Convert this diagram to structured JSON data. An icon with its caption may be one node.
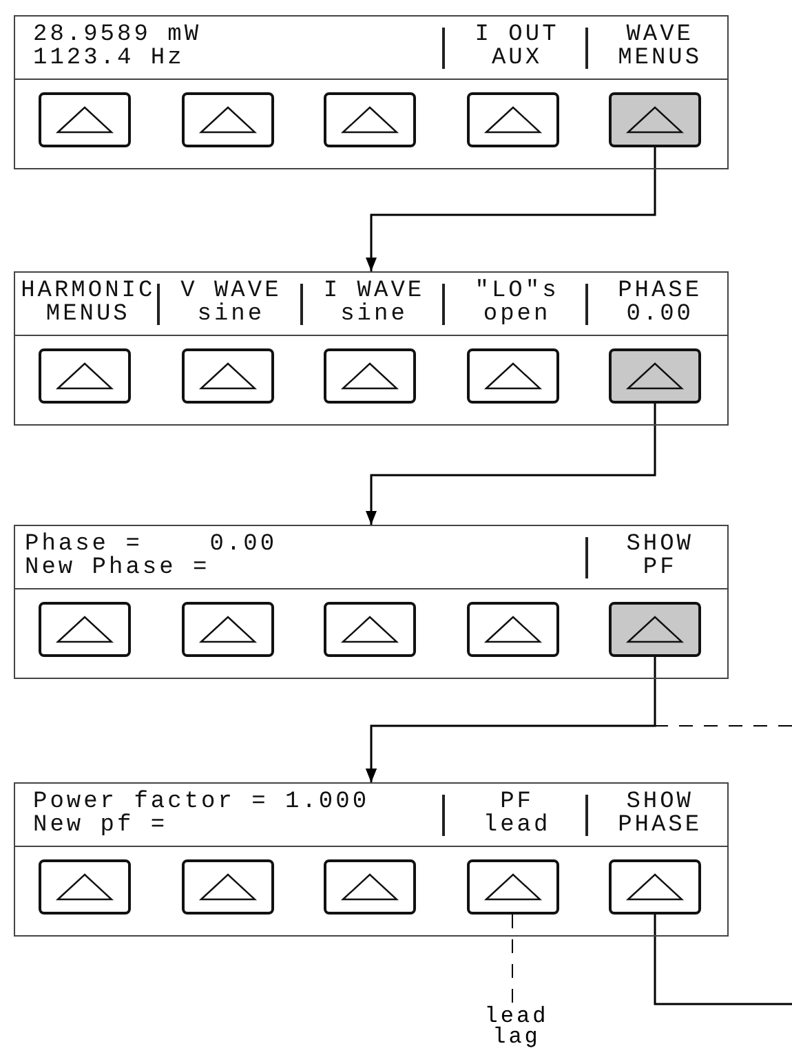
{
  "diagram": {
    "nodes": [
      {
        "text": [
          "28.9589 mW",
          "1123.4 Hz",
          "I OUT AUX",
          "WAVE MENUS"
        ]
      },
      {
        "text": [],
        "shape": "box",
        "in": 0
      },
      {
        "text": [],
        "shape": "box",
        "in": 0
      },
      {
        "text": [],
        "shape": "box",
        "in": 0
      },
      {
        "text": [],
        "shape": "box",
        "in": 0
      },
      {
        "text": [],
        "shape": "box",
        "in": 0
      },
      {
        "text": [
          "HARMONIC MENUS",
          "V WAVE sine",
          "I WAVE sine",
          "\"LO\"s open",
          "PHASE 0.00"
        ]
      },
      {
        "text": [],
        "shape": "box",
        "in": 6
      },
      {
        "text": [],
        "shape": "box",
        "in": 6
      },
      {
        "text": [],
        "shape": "box",
        "in": 6
      },
      {
        "text": [],
        "shape": "box",
        "in": 6
      },
      {
        "text": [],
        "shape": "box",
        "in": 6
      },
      {
        "text": [
          "Phase =    0.00",
          "New Phase =",
          "SHOW PF"
        ]
      },
      {
        "text": [],
        "shape": "box",
        "in": 12
      },
      {
        "text": [],
        "shape": "box",
        "in": 12
      },
      {
        "text": [],
        "shape": "box",
        "in": 12
      },
      {
        "text": [],
        "shape": "box",
        "in": 12
      },
      {
        "text": [],
        "shape": "box",
        "in": 12
      },
      {
        "text": [
          "Power factor = 1.000",
          "New pf =",
          "PF lead",
          "SHOW PHASE"
        ]
      },
      {
        "text": [],
        "shape": "box",
        "in": 18
      },
      {
        "text": [],
        "shape": "box",
        "in": 18
      },
      {
        "text": [],
        "shape": "box",
        "in": 18
      },
      {
        "text": [],
        "shape": "box",
        "in": 18
      },
      {
        "text": [],
        "shape": "box",
        "in": 18
      },
      {
        "text": [
          "lead lag"
        ]
      }
    ],
    "edges": [
      {
        "from": 5,
        "to": 6,
        "arrow": "to"
      },
      {
        "from": 11,
        "to": 12,
        "arrow": "to"
      },
      {
        "from": 17,
        "to": 18,
        "arrow": "to"
      },
      {
        "from": 23,
        "to": null,
        "arrow": "none"
      },
      {
        "from": null,
        "to": 18,
        "arrow": "to",
        "style": "dashed"
      },
      {
        "from": 22,
        "to": 24,
        "arrow": "none",
        "style": "dashed"
      }
    ]
  }
}
